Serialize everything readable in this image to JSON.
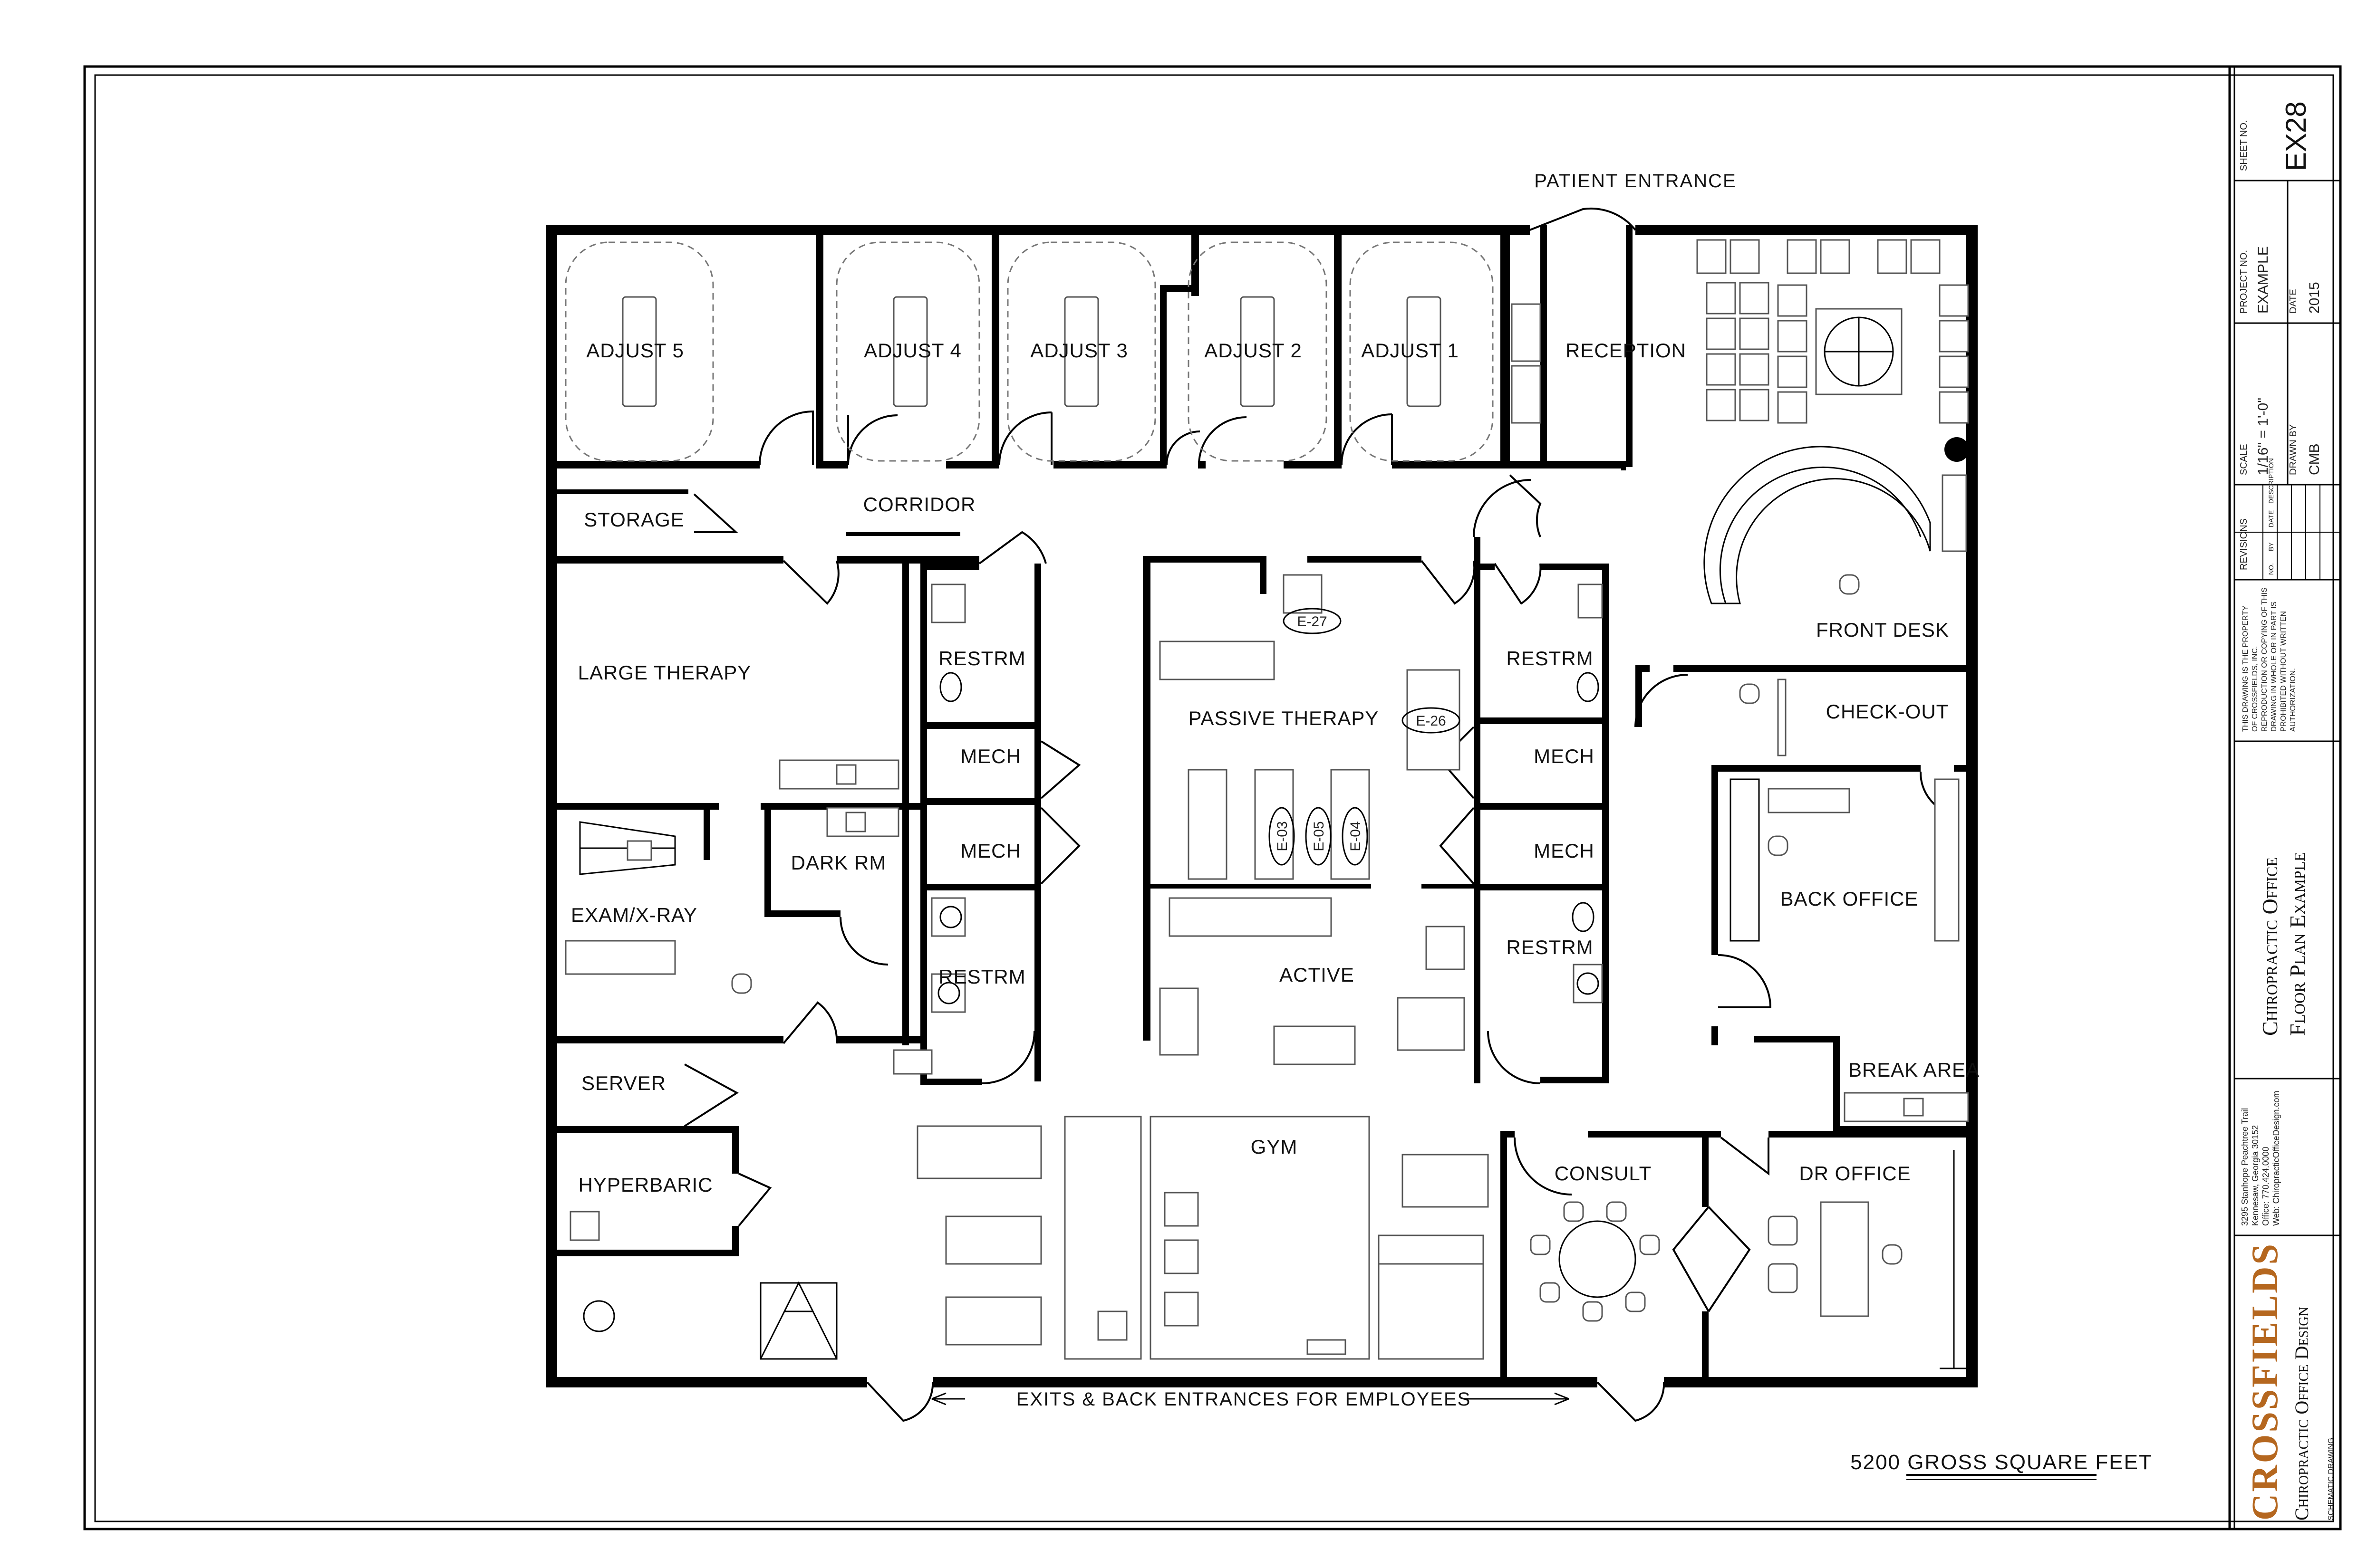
{
  "rooms": {
    "adjust5": "ADJUST 5",
    "adjust4": "ADJUST 4",
    "adjust3": "ADJUST 3",
    "adjust2": "ADJUST 2",
    "adjust1": "ADJUST 1",
    "reception": "RECEPTION",
    "storage": "STORAGE",
    "corridor": "CORRIDOR",
    "large_therapy": "LARGE THERAPY",
    "restrm": "RESTRM",
    "mech": "MECH",
    "dark_rm": "DARK RM",
    "exam_xray": "EXAM/X-RAY",
    "passive_therapy": "PASSIVE THERAPY",
    "active": "ACTIVE",
    "front_desk": "FRONT DESK",
    "check_out": "CHECK-OUT",
    "back_office": "BACK OFFICE",
    "break_area": "BREAK AREA",
    "server": "SERVER",
    "hyperbaric": "HYPERBARIC",
    "gym": "GYM",
    "consult": "CONSULT",
    "dr_office": "DR OFFICE"
  },
  "equipment_tags": {
    "e27": "E-27",
    "e26": "E-26",
    "e03": "E-03",
    "e05": "E-05",
    "e04": "E-04"
  },
  "notes": {
    "patient_entrance": "PATIENT ENTRANCE",
    "exits": "EXITS & BACK ENTRANCES FOR EMPLOYEES",
    "gross_area": "5200 GROSS SQUARE FEET"
  },
  "title_block": {
    "sheet_no_label": "SHEET NO.",
    "sheet_no": "EX28",
    "project_no_label": "PROJECT NO.",
    "project_no": "EXAMPLE",
    "date_label": "DATE",
    "date": "2015",
    "scale_label": "SCALE",
    "scale": "1/16\" = 1'-0\"",
    "drawn_by_label": "DRAWN BY",
    "drawn_by": "CMB",
    "revisions_label": "REVISIONS",
    "rev_cols": [
      "NO.",
      "BY",
      "DATE",
      "DESCRIPTION"
    ],
    "copyright": [
      "THIS DRAWING IS THE PROPERTY",
      "OF CROSSFIELDS, INC.",
      "REPRODUCTION OR COPYING OF THIS",
      "DRAWING IN WHOLE OR IN PART IS",
      "PROHIBITED WITHOUT WRITTEN",
      "AUTHORIZATION."
    ],
    "drawing_title_1": "Chiropractic Office",
    "drawing_title_2": "Floor Plan Example",
    "address": [
      "3295 Stanhope Peachtree Trail",
      "Kennesaw, Georgia 30152",
      "Office: 770.424.0000",
      "Web: ChiropracticOfficeDesign.com"
    ],
    "company": "CROSSFIELDS",
    "company_sub": "Chiropractic Office Design",
    "schematic": "SCHEMATIC DRAWING"
  }
}
